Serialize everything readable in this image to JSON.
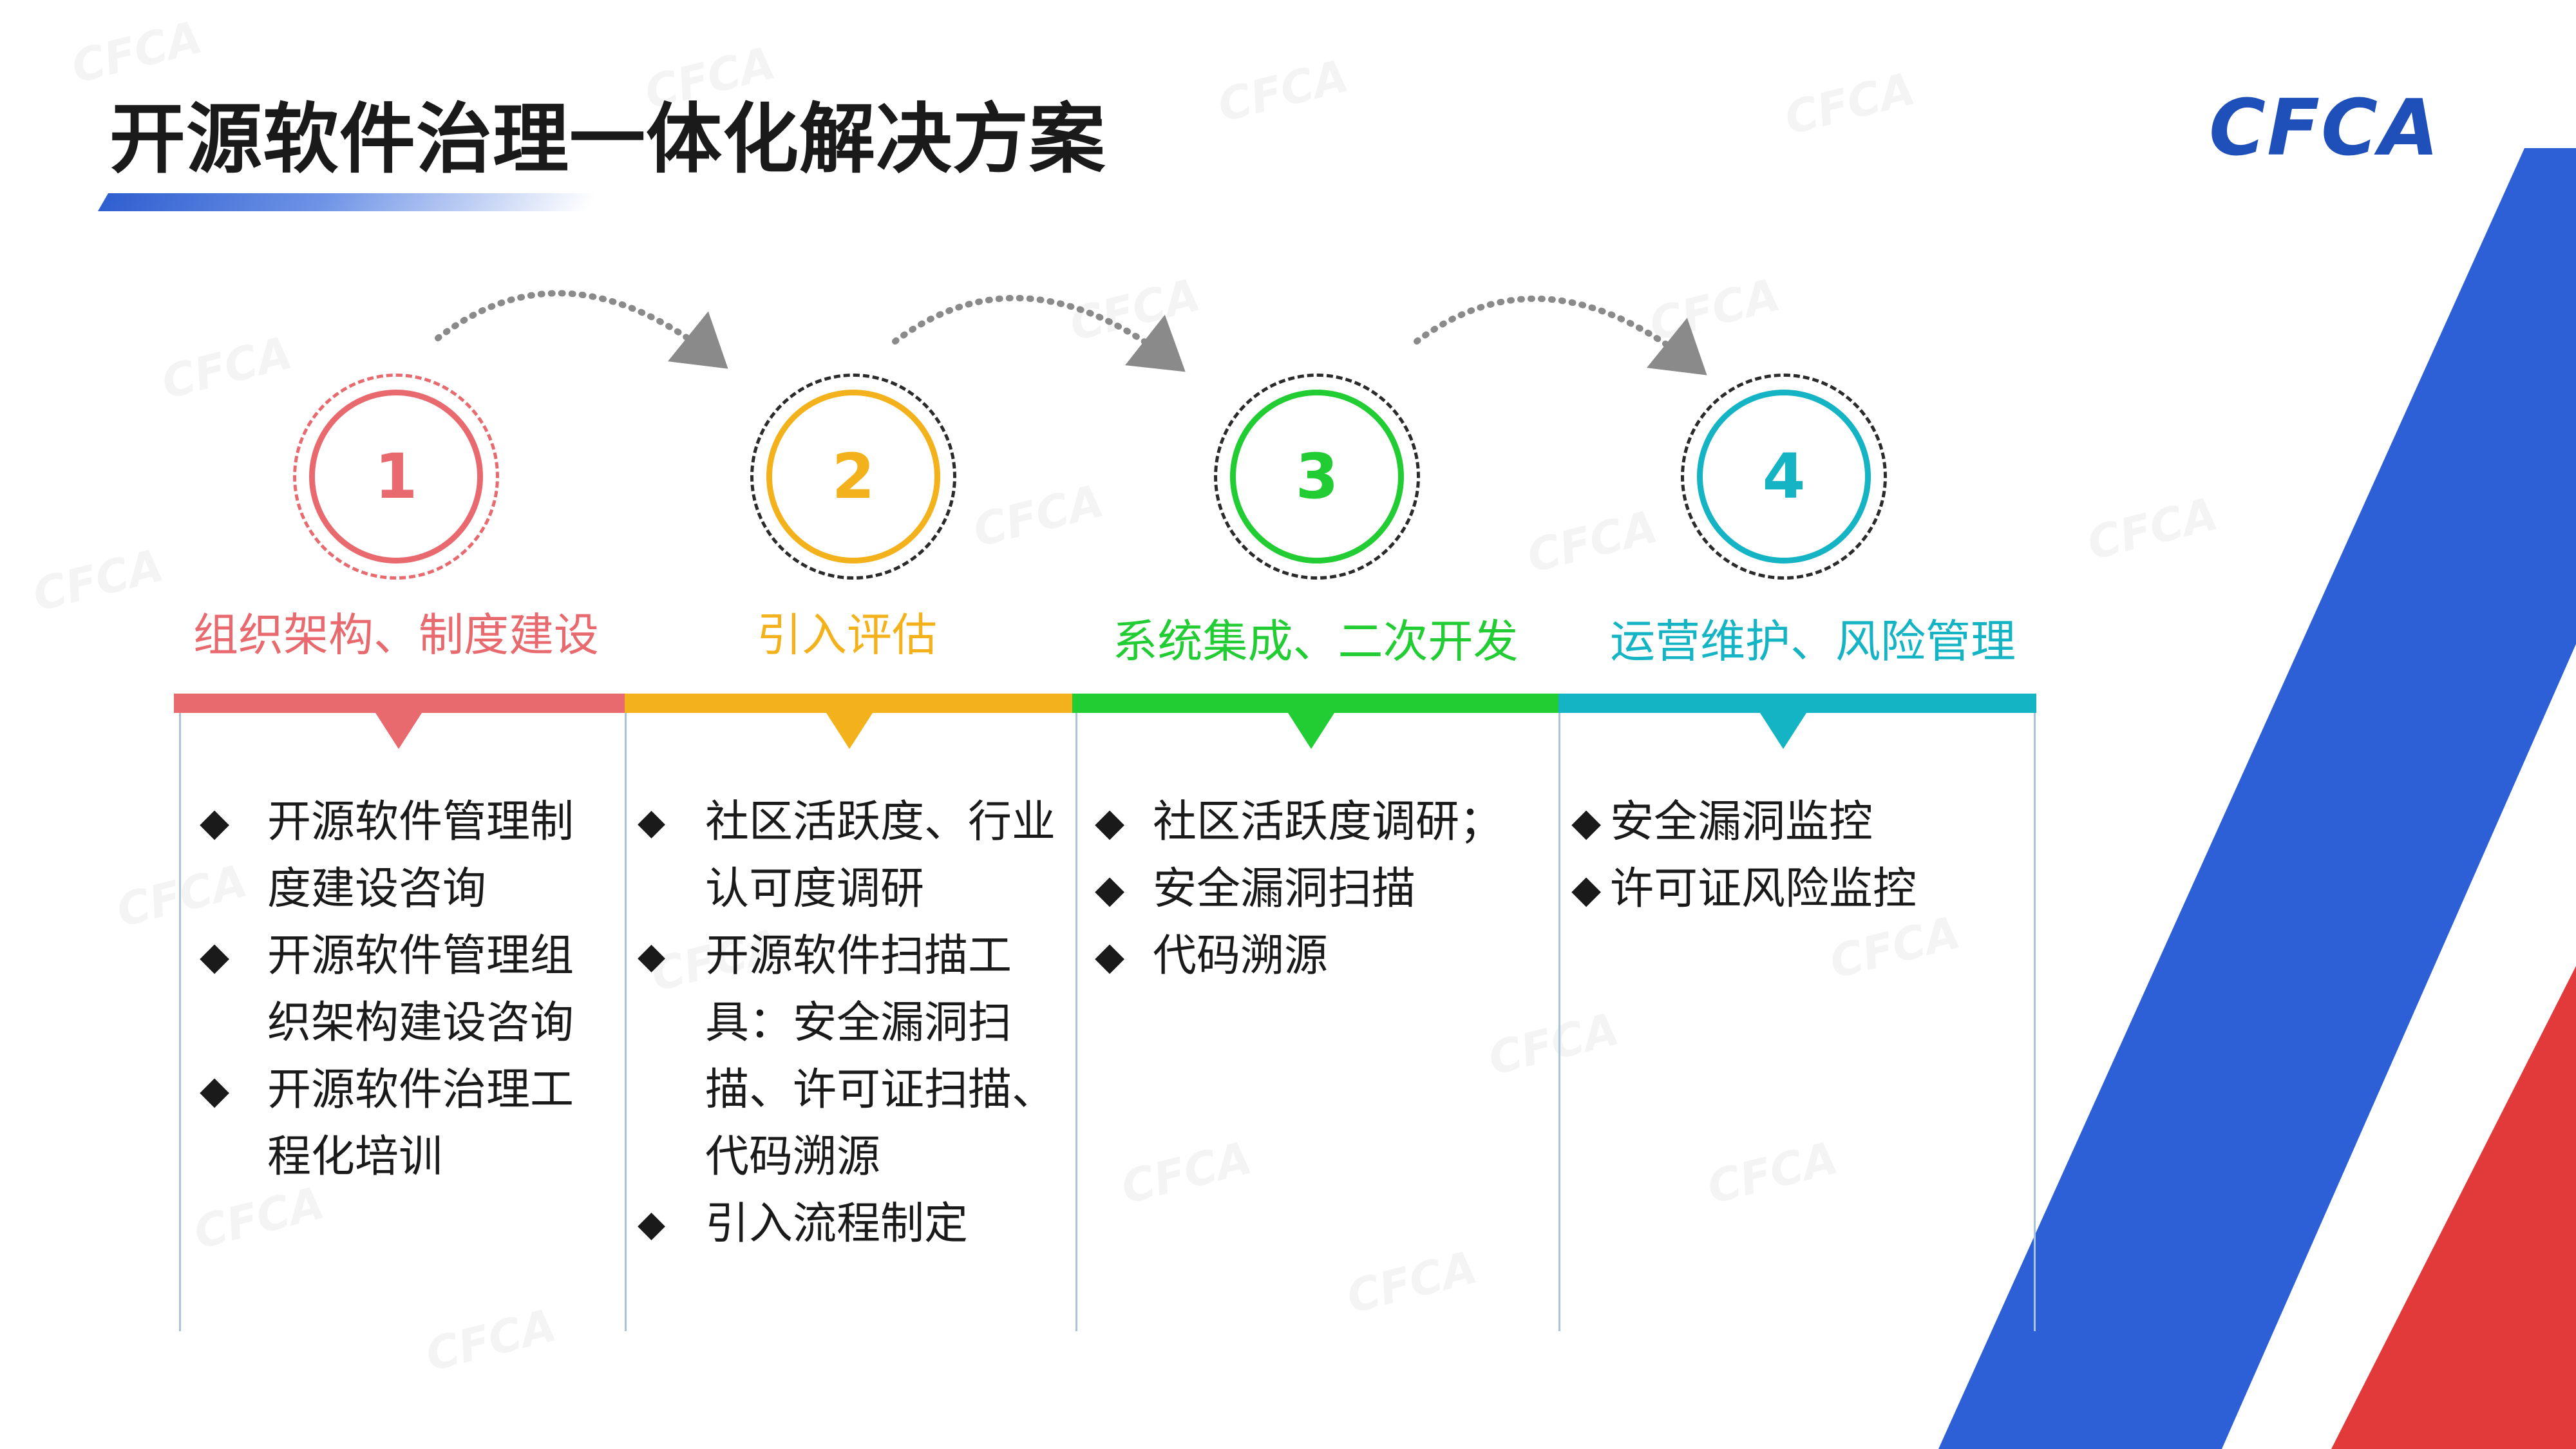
{
  "page": {
    "title": "开源软件治理一体化解决方案",
    "logo_text": "CFCA",
    "watermark_text": "CFCA"
  },
  "colors": {
    "title_accent": "#2f5fd0",
    "brand_blue": "#1f4fb8",
    "brand_red": "#e02a2a"
  },
  "stages": [
    {
      "number": "1",
      "title": "组织架构、制度建设",
      "color": "#e86a6f",
      "icon": "bullet-diamond-icon",
      "items": [
        "开源软件管理制度建设咨询",
        "开源软件管理组织架构建设咨询",
        "开源软件治理工程化培训"
      ]
    },
    {
      "number": "2",
      "title": "引入评估",
      "color": "#f3b21c",
      "icon": "bullet-diamond-icon",
      "items": [
        "社区活跃度、行业认可度调研",
        "开源软件扫描工具：安全漏洞扫描、许可证扫描、代码溯源",
        "引入流程制定"
      ]
    },
    {
      "number": "3",
      "title": "系统集成、二次开发",
      "color": "#22cc33",
      "icon": "bullet-diamond-icon",
      "items": [
        "社区活跃度调研；",
        "安全漏洞扫描",
        "代码溯源"
      ]
    },
    {
      "number": "4",
      "title": "运营维护、风险管理",
      "color": "#14b4c4",
      "icon": "bullet-diamond-icon",
      "items": [
        "安全漏洞监控",
        "许可证风险监控"
      ]
    }
  ]
}
